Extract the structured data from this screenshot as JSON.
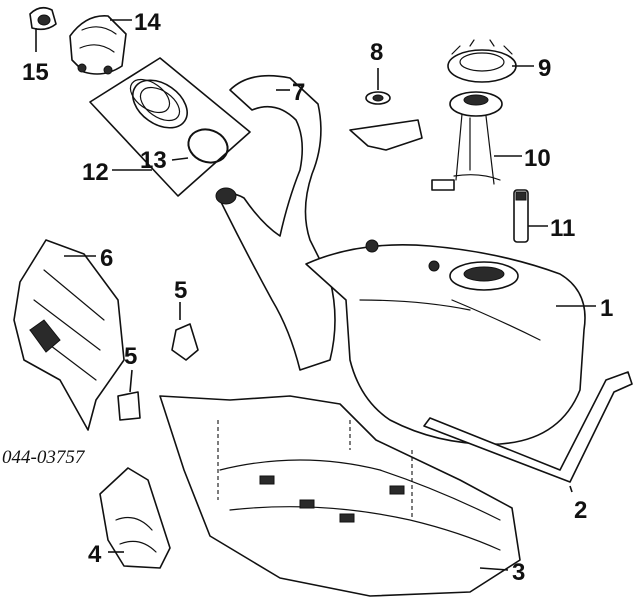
{
  "diagram": {
    "reference_code": "044-03757",
    "callouts": [
      {
        "id": "c1",
        "label": "1"
      },
      {
        "id": "c2",
        "label": "2"
      },
      {
        "id": "c3",
        "label": "3"
      },
      {
        "id": "c4",
        "label": "4"
      },
      {
        "id": "c5a",
        "label": "5"
      },
      {
        "id": "c5b",
        "label": "5"
      },
      {
        "id": "c6",
        "label": "6"
      },
      {
        "id": "c7",
        "label": "7"
      },
      {
        "id": "c8",
        "label": "8"
      },
      {
        "id": "c9",
        "label": "9"
      },
      {
        "id": "c10",
        "label": "10"
      },
      {
        "id": "c11",
        "label": "11"
      },
      {
        "id": "c12",
        "label": "12"
      },
      {
        "id": "c13",
        "label": "13"
      },
      {
        "id": "c14",
        "label": "14"
      },
      {
        "id": "c15",
        "label": "15"
      }
    ]
  }
}
